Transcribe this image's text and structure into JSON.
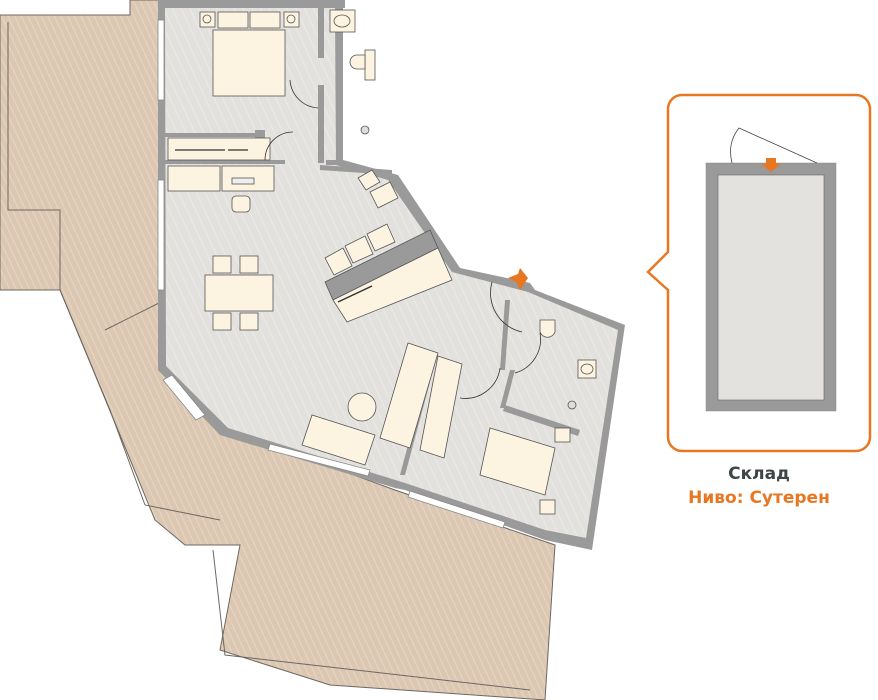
{
  "storage_callout": {
    "title": "Склад",
    "level": "Ниво: Сутерен",
    "accent_color": "#e87722",
    "title_color": "#3d4547"
  },
  "plan": {
    "rooms": [
      {
        "id": "bedroom-1",
        "kind": "bedroom"
      },
      {
        "id": "bathroom-1",
        "kind": "bathroom"
      },
      {
        "id": "living-dining-kitchen",
        "kind": "living"
      },
      {
        "id": "bedroom-2",
        "kind": "bedroom"
      },
      {
        "id": "bathroom-2",
        "kind": "bathroom"
      },
      {
        "id": "terrace",
        "kind": "terrace"
      },
      {
        "id": "storage",
        "kind": "storage"
      }
    ],
    "colors": {
      "wall": "#9a9a9a",
      "floor": "#e4e2df",
      "furniture": "#fdf3e1",
      "terrace": "#dcc8b2",
      "entrance_arrow": "#e87722"
    },
    "icons": [
      "entrance-arrow-icon",
      "bed-icon",
      "toilet-icon",
      "sink-icon",
      "shower-icon",
      "stove-icon",
      "dining-table-icon",
      "sofa-icon",
      "wardrobe-icon",
      "desk-icon",
      "chair-icon"
    ]
  }
}
